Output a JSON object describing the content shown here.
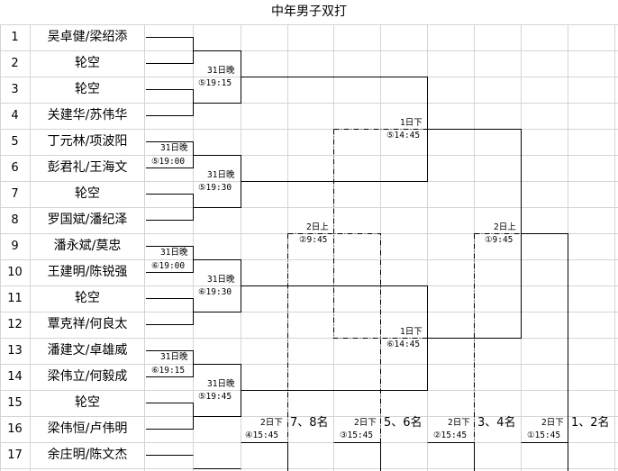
{
  "sheet": {
    "title": "中年男子双打",
    "row_numbers": [
      "1",
      "2",
      "3",
      "4",
      "5",
      "6",
      "7",
      "8",
      "9",
      "10",
      "11",
      "12",
      "13",
      "14",
      "15",
      "16",
      "17"
    ],
    "teams": [
      "吴卓健/梁绍添",
      "轮空",
      "轮空",
      "关建华/苏伟华",
      "丁元林/项波阳",
      "彭君礼/王海文",
      "轮空",
      "罗国斌/潘纪泽",
      "潘永斌/莫忠",
      "王建明/陈锐强",
      "轮空",
      "覃克祥/何良太",
      "潘建文/卓雄威",
      "梁伟立/何毅成",
      "轮空",
      "梁伟恒/卢伟明",
      "余庄明/陈文杰"
    ]
  },
  "matches": {
    "m1": {
      "day": "31日晚",
      "time": "⑤19:15"
    },
    "m2": {
      "day": "31日晚",
      "time": "⑤19:00"
    },
    "m3": {
      "day": "31日晚",
      "time": "⑤19:30"
    },
    "m4": {
      "day": "31日晚",
      "time": "⑥19:00"
    },
    "m5": {
      "day": "31日晚",
      "time": "⑥19:30"
    },
    "m6": {
      "day": "31日晚",
      "time": "⑥19:15"
    },
    "m7": {
      "day": "31日晚",
      "time": "⑤19:45"
    },
    "m8": {
      "day": "1日下",
      "time": "⑤14:45"
    },
    "m9": {
      "day": "1日下",
      "time": "⑥14:45"
    },
    "m10": {
      "day": "2日上",
      "time": "②9:45"
    },
    "m11": {
      "day": "2日上",
      "time": "①9:45"
    },
    "m12": {
      "day": "2日下",
      "time": "④15:45",
      "rank": "7、8名"
    },
    "m13": {
      "day": "2日下",
      "time": "③15:45",
      "rank": "5、6名"
    },
    "m14": {
      "day": "2日下",
      "time": "②15:45",
      "rank": "3、4名"
    },
    "m15": {
      "day": "2日下",
      "time": "①15:45",
      "rank": "1、2名"
    }
  }
}
